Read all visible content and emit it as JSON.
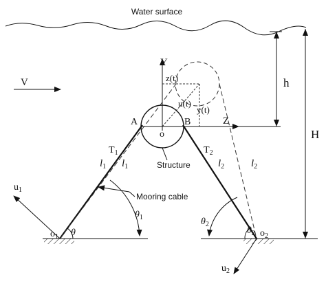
{
  "labels": {
    "water_surface": "Water surface",
    "velocity": "V",
    "y_axis": "Y",
    "z_axis": "Z",
    "z_t": "z(t)",
    "u_t": "u(t)",
    "y_t": "y(t)",
    "point_a": "A",
    "point_b": "B",
    "origin_o": "o",
    "structure": "Structure",
    "tension_1": "T",
    "tension_1_sub": "1",
    "tension_2": "T",
    "tension_2_sub": "2",
    "length_1": "l",
    "length_1_sub": "1",
    "length_1_prime": "l",
    "length_1_prime_sub": "1",
    "length_2": "l",
    "length_2_sub": "2",
    "length_2_prime": "l",
    "length_2_prime_sub": "2",
    "mooring_cable": "Mooring cable",
    "u1": "u",
    "u1_sub": "1",
    "u2": "u",
    "u2_sub": "2",
    "o1": "o",
    "o1_sub": "1",
    "o2": "o",
    "o2_sub": "2",
    "theta": "θ",
    "theta_prime_1": "θ",
    "theta_prime_1_sub": "1",
    "theta_2": "θ",
    "theta_2_sub": "2",
    "theta_prime_2": "θ",
    "theta_prime_2_sub": "2",
    "depth_h": "h",
    "depth_H": "H"
  }
}
